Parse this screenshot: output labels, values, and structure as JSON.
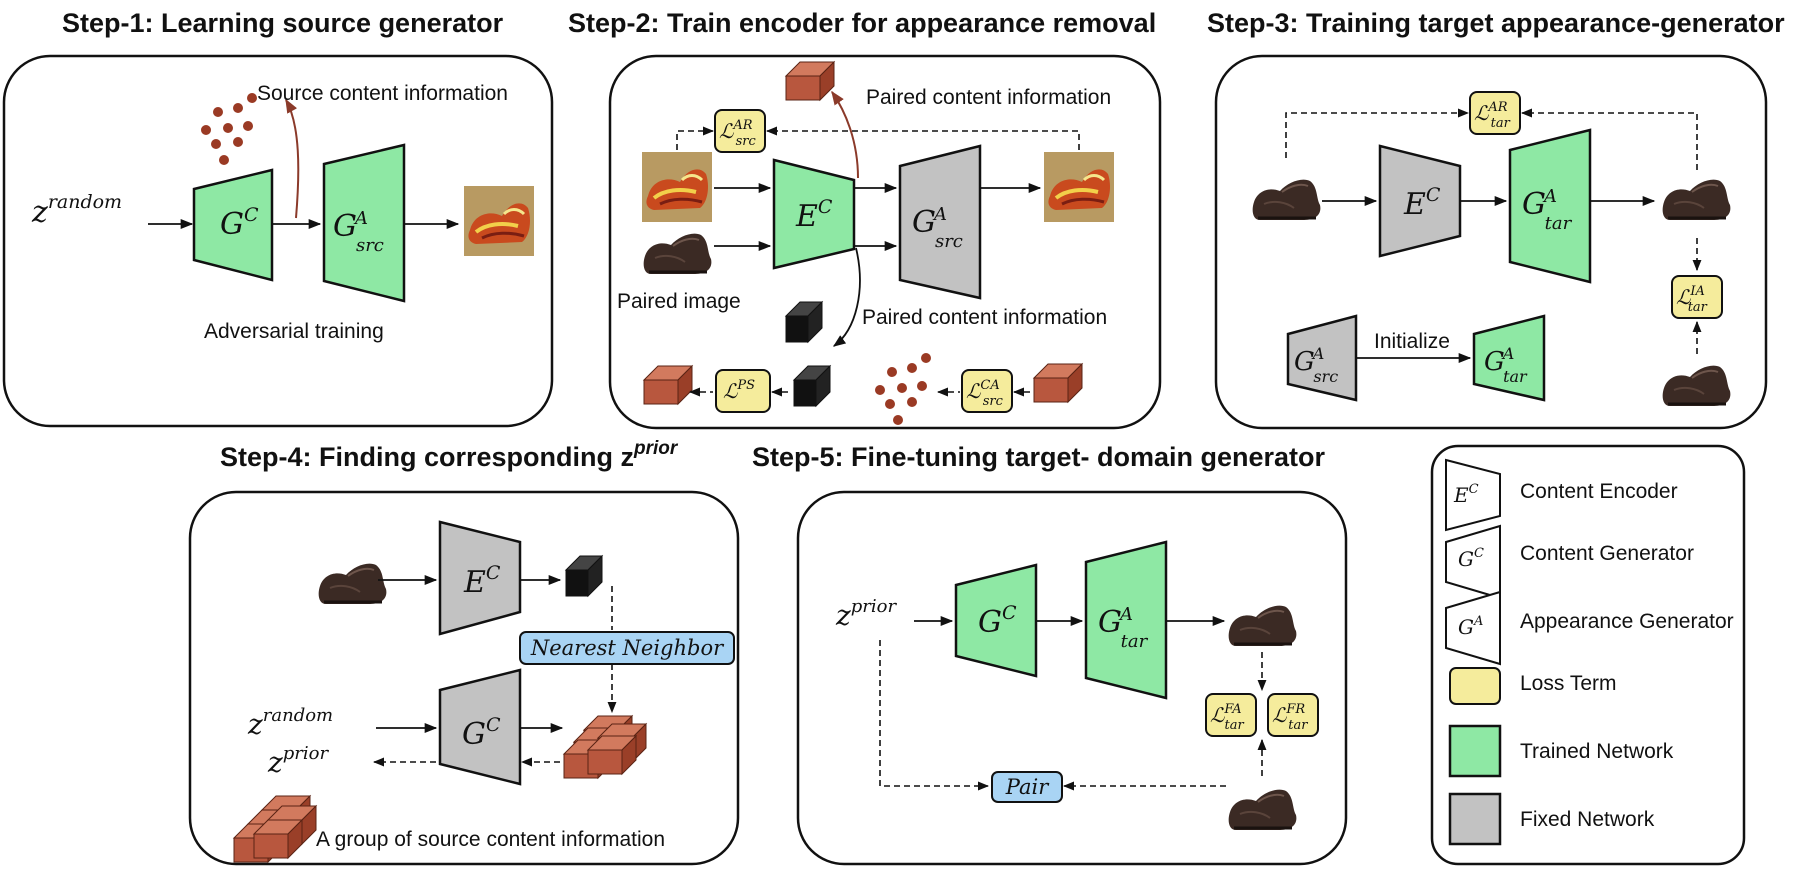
{
  "titles": {
    "step1": "Step-1: Learning source generator",
    "step2": "Step-2: Train encoder for appearance removal",
    "step3": "Step-3: Training target appearance-generator",
    "step4": "Step-4: Finding corresponding z",
    "step4_sup": "prior",
    "step5": "Step-5: Fine-tuning target- domain generator"
  },
  "step1": {
    "z_base": "z",
    "z_sup": "random",
    "source_content": "Source content information",
    "adversarial": "Adversarial training"
  },
  "step2": {
    "paired_content_top": "Paired content information",
    "paired_content_bottom": "Paired content information",
    "paired_image": "Paired image"
  },
  "step3": {
    "initialize": "Initialize"
  },
  "step4": {
    "z_random_base": "z",
    "z_random_sup": "random",
    "z_prior_base": "z",
    "z_prior_sup": "prior",
    "nearest": "Nearest Neighbor",
    "group": "A group of source content information"
  },
  "step5": {
    "z_prior_base": "z",
    "z_prior_sup": "prior",
    "pair": "Pair"
  },
  "networks": {
    "E": "E",
    "E_sup": "C",
    "G": "G",
    "G_c_sup": "C",
    "G_a_sup": "A",
    "src": "src",
    "tar": "tar"
  },
  "losses": {
    "L": "ℒ",
    "AR": "AR",
    "PS": "PS",
    "CA": "CA",
    "IA": "IA",
    "FA": "FA",
    "FR": "FR",
    "src": "src",
    "tar": "tar"
  },
  "legend": {
    "content_encoder": "Content Encoder",
    "content_generator": "Content Generator",
    "appearance_generator": "Appearance Generator",
    "loss_term": "Loss Term",
    "trained_network": "Trained Network",
    "fixed_network": "Fixed Network"
  },
  "colors": {
    "trained": "#8ee8a4",
    "fixed": "#c2c2c2",
    "loss": "#f5ec9c",
    "search": "#a9d4f4",
    "content_block": "#b8573e",
    "shoe": "#3b2a24"
  },
  "icons": [
    "shoe-image-icon",
    "source-shoe-image-icon",
    "content-feature-block-icon",
    "content-points-icon"
  ]
}
